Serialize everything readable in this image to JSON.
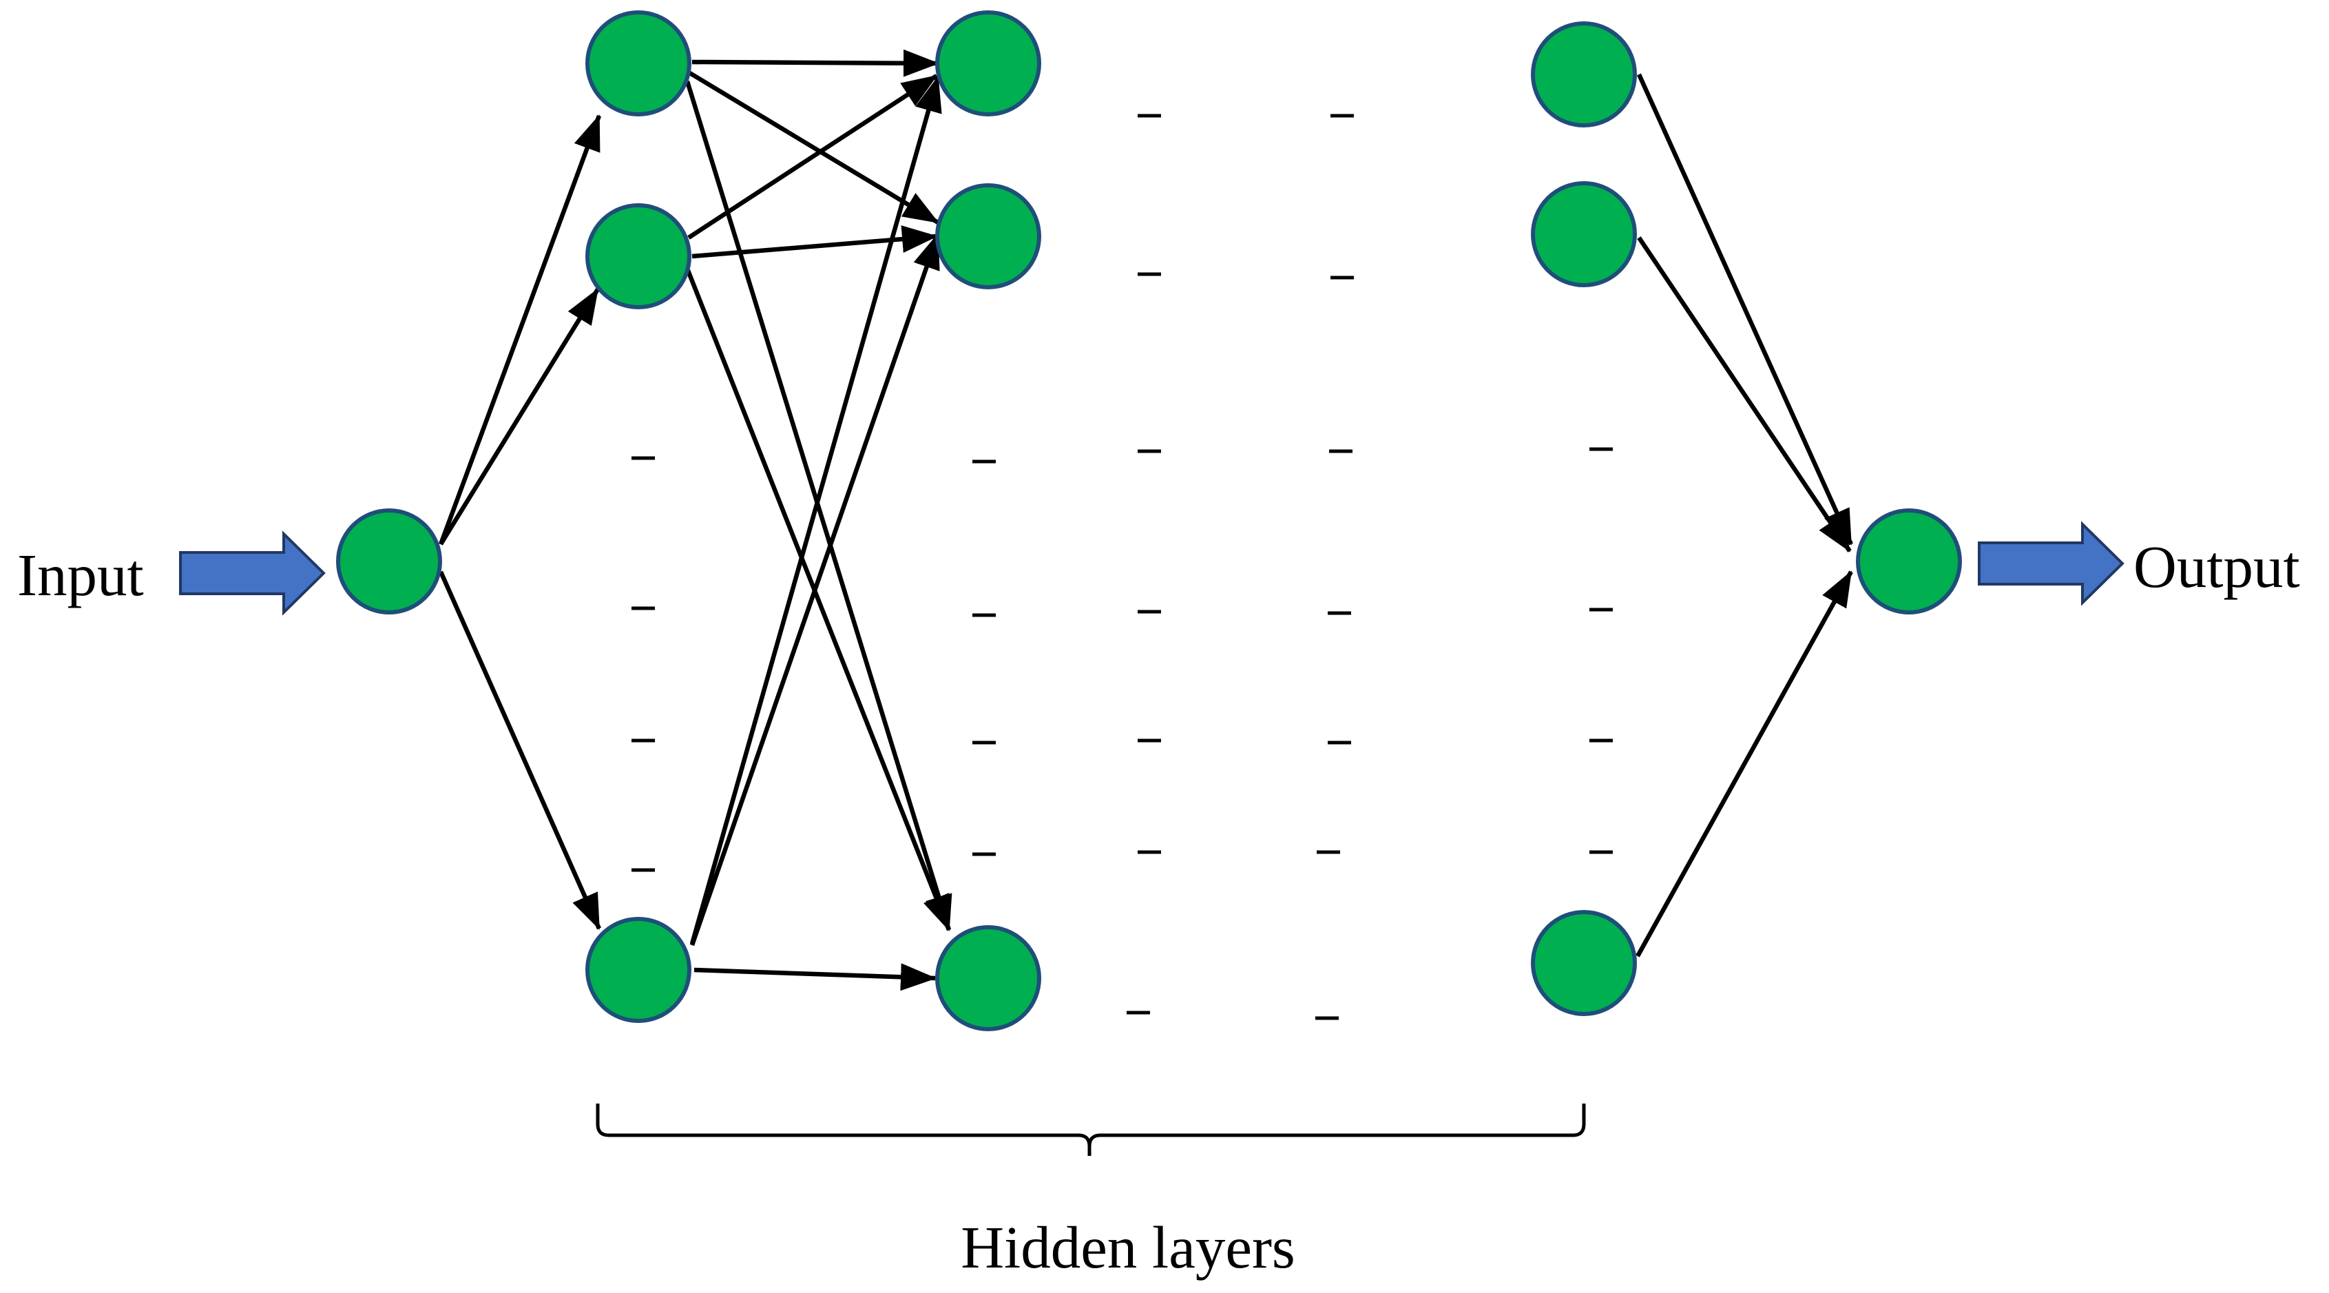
{
  "diagram": {
    "input_label": "Input",
    "output_label": "Output",
    "hidden_layers_label": "Hidden layers"
  },
  "colors": {
    "node_fill": "#00b050",
    "node_stroke": "#1f4e79",
    "io_arrow_fill": "#4472c4",
    "io_arrow_stroke": "#203864",
    "edge": "#000000"
  },
  "icons": {
    "input_arrow": "block-arrow-right-icon",
    "output_arrow": "block-arrow-right-icon",
    "ellipsis_marks": "dash-mark"
  }
}
